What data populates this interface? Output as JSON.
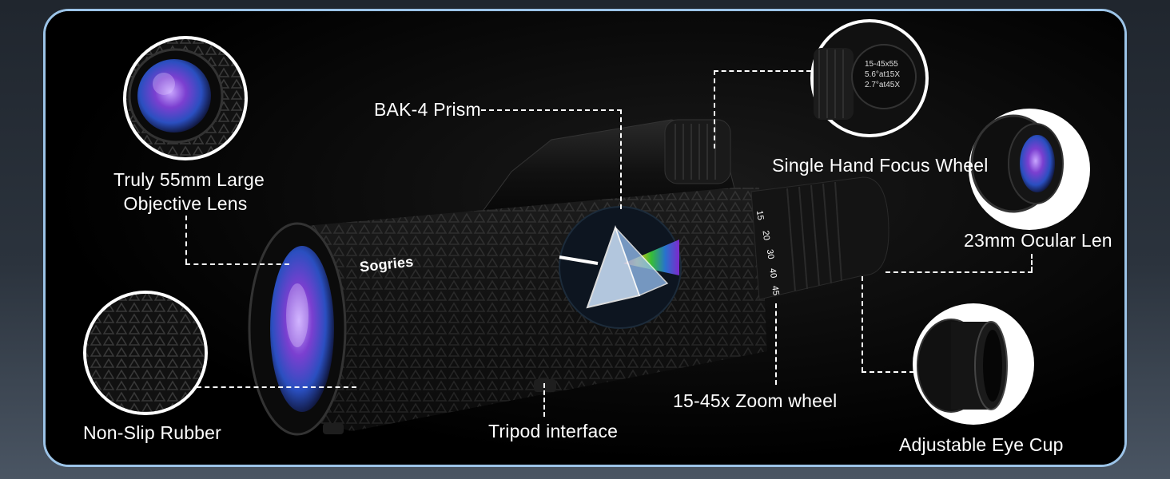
{
  "brand": "Sogries",
  "labels": {
    "prism": "BAK-4 Prism",
    "objective_line1": "Truly 55mm Large",
    "objective_line2": "Objective Lens",
    "focus": "Single Hand Focus Wheel",
    "ocular": "23mm Ocular Len",
    "rubber": "Non-Slip Rubber",
    "tripod": "Tripod interface",
    "zoom": "15-45x Zoom wheel",
    "eyecup": "Adjustable Eye Cup"
  },
  "zoom_scale": [
    "15",
    "20",
    "30",
    "40",
    "45"
  ],
  "focus_wheel_text": [
    "15-45x55",
    "5.6°at15X",
    "2.7°at45X"
  ],
  "colors": {
    "frame_border": "#9cc4e8",
    "lens_purple": "#7b3fd0",
    "lens_blue": "#2a7de0",
    "body": "#121212"
  }
}
